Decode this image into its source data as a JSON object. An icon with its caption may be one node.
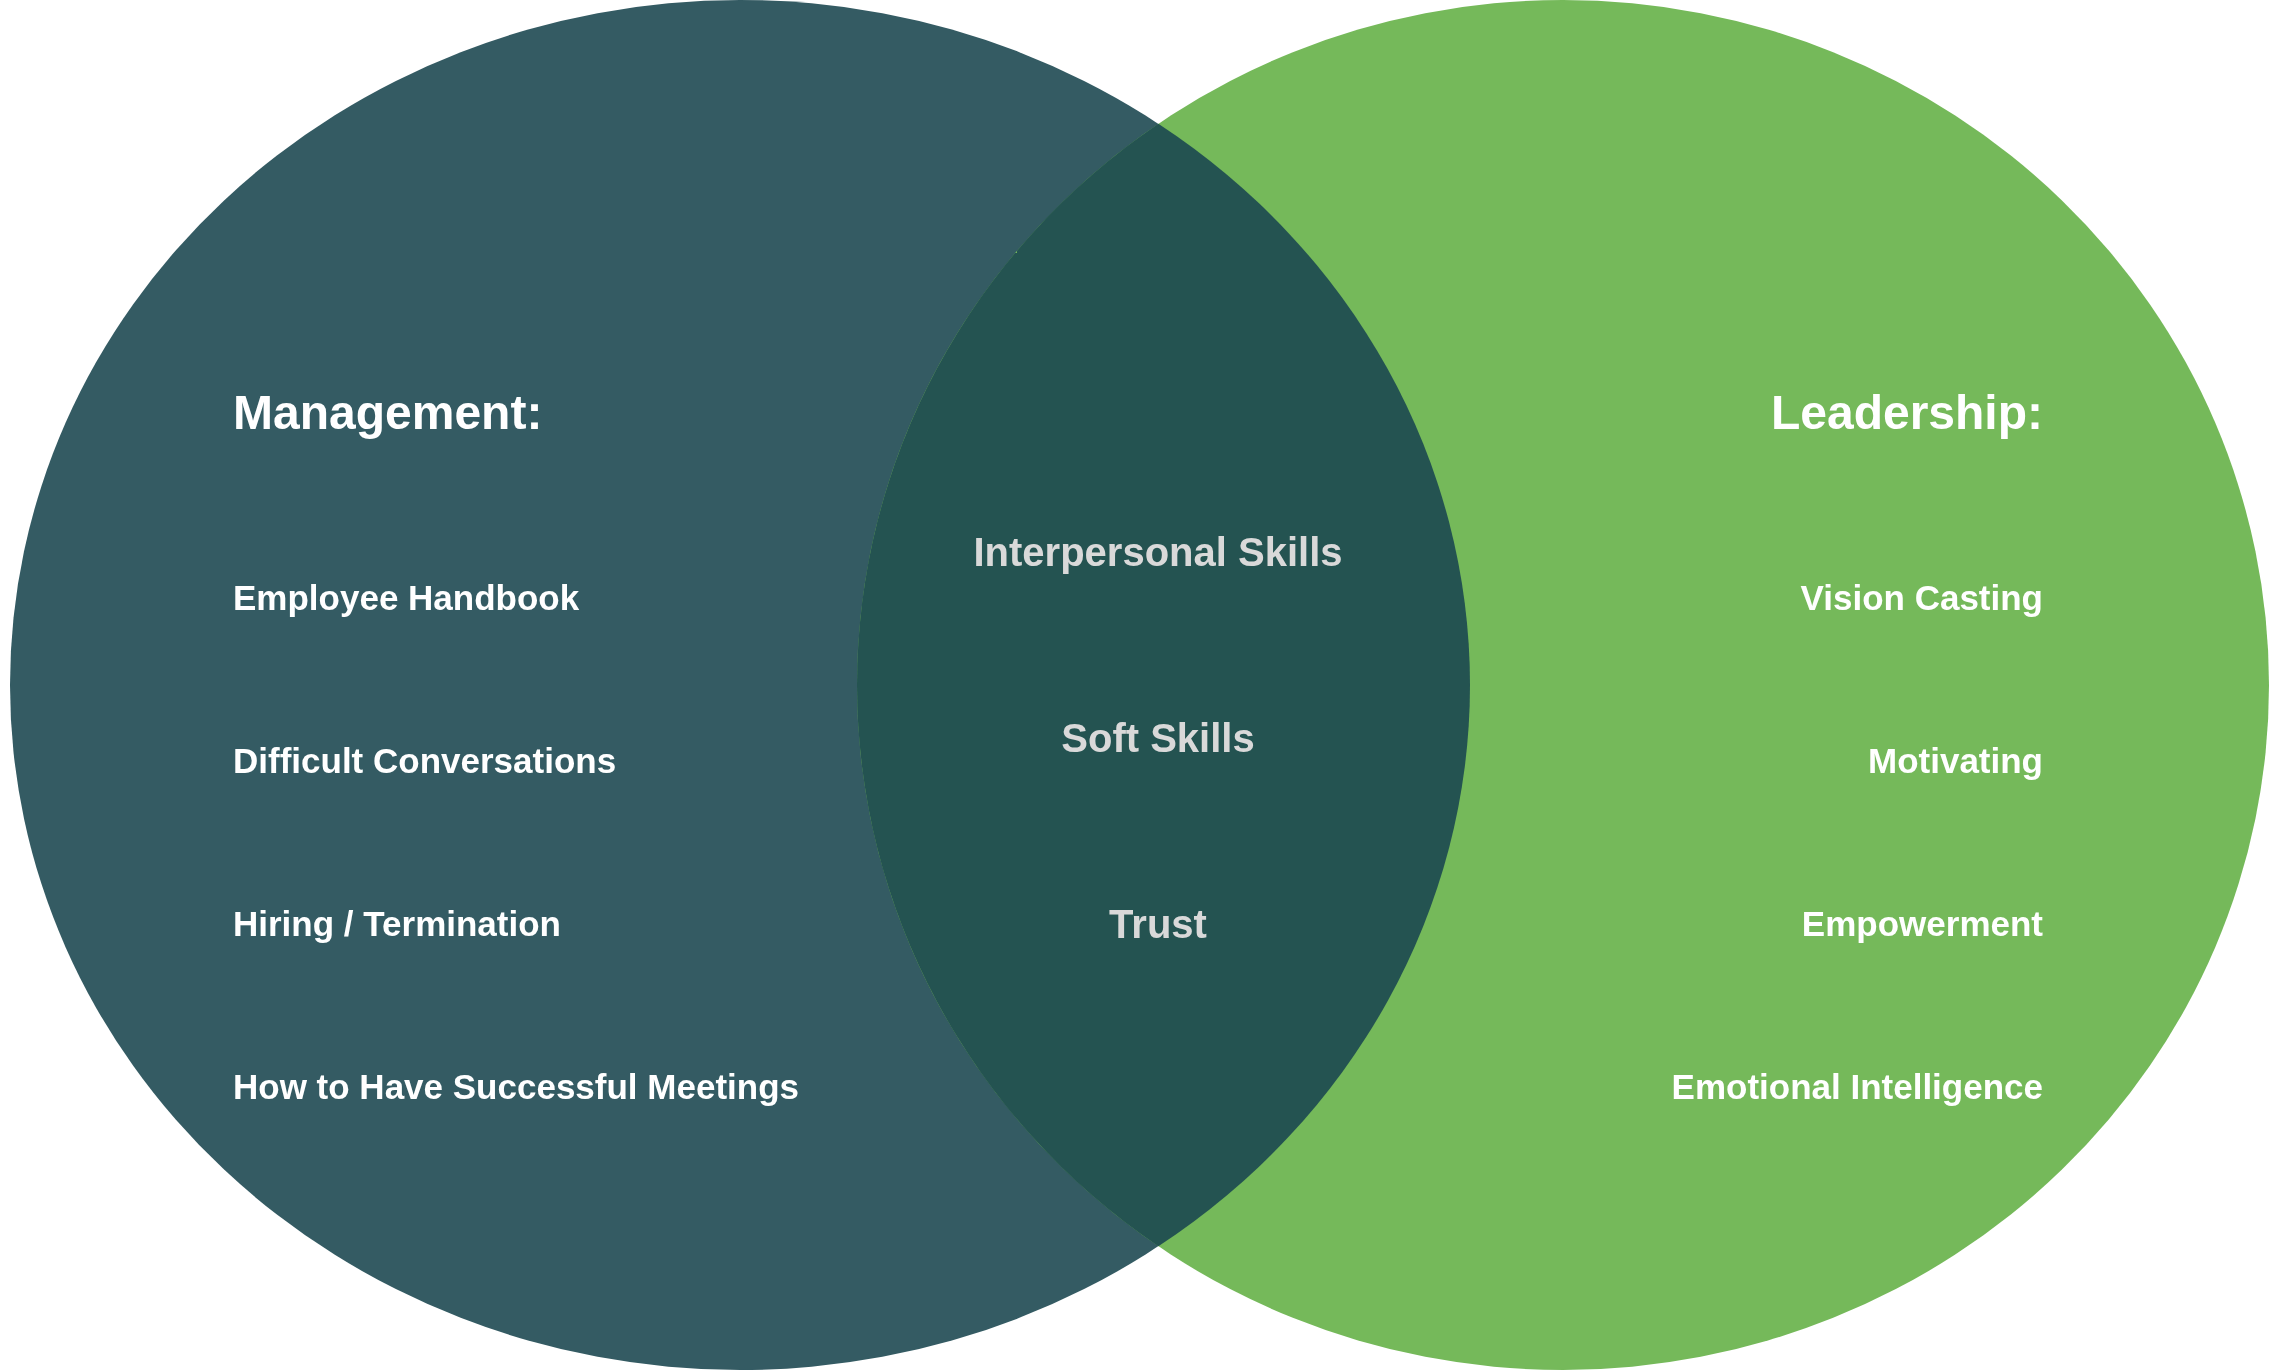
{
  "diagram": {
    "nodes": [
      {
        "text": [
          "Management:",
          "Employee Handbook",
          "Difficult Conversations",
          "Hiring / Termination",
          "How to Have Successful Meetings"
        ]
      },
      {
        "text": [
          "Leadership:",
          "Vision Casting",
          "Motivating",
          "Empowerment",
          "Emotional Intelligence"
        ]
      },
      {
        "text": [
          "Interpersonal Skills",
          "Soft Skills",
          "Trust"
        ]
      }
    ]
  }
}
